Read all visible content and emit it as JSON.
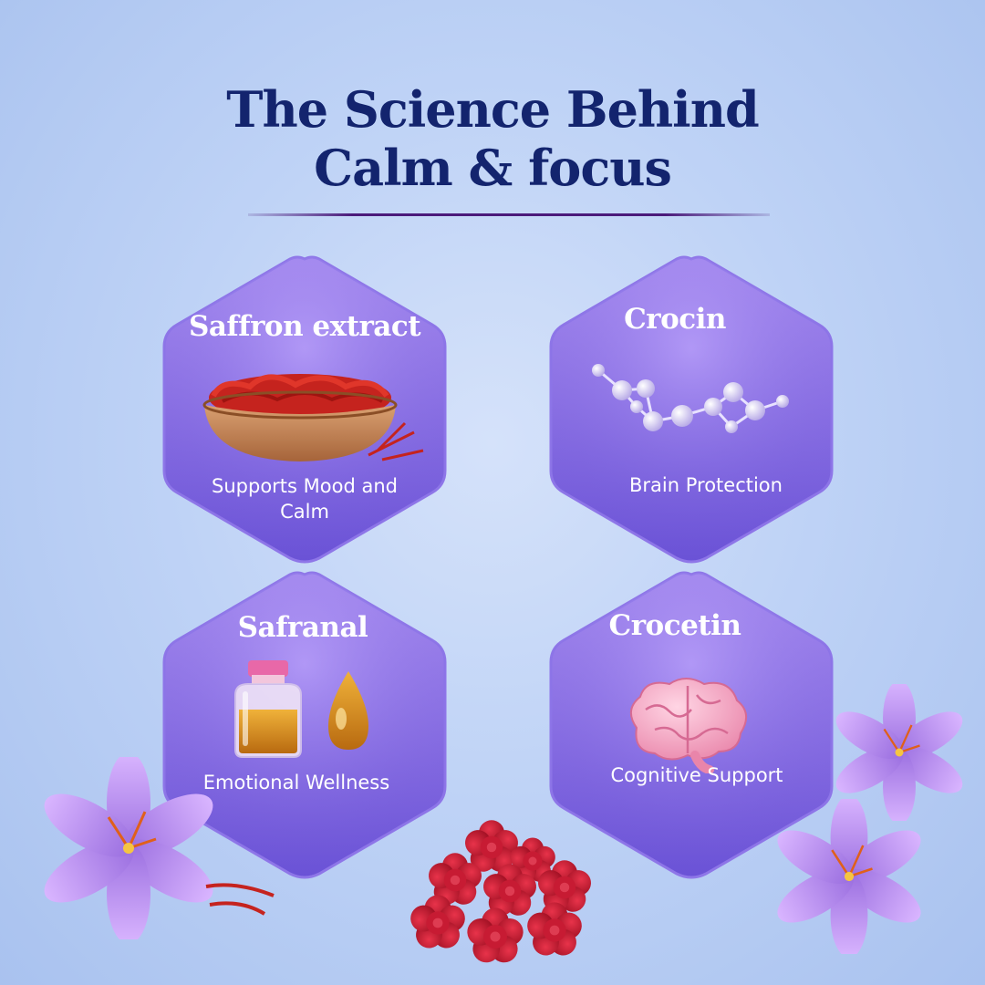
{
  "heading": {
    "line1": "The Science Behind",
    "line2": "Calm & focus"
  },
  "cards": [
    {
      "title": "Saffron extract",
      "description": "Supports Mood and Calm",
      "icon": "saffron-bowl-icon"
    },
    {
      "title": "Crocin",
      "description": "Brain Protection",
      "icon": "molecule-icon"
    },
    {
      "title": "Safranal",
      "description": "Emotional Wellness",
      "icon": "oil-bottle-drop-icon"
    },
    {
      "title": "Crocetin",
      "description": "Cognitive Support",
      "icon": "brain-icon"
    }
  ],
  "colors": {
    "heading": "#13246e",
    "hex_fill_top": "#a98df0",
    "hex_fill_bottom": "#6a52d6",
    "background": "#bfd3f6",
    "accent_divider": "#4b1a7a"
  }
}
